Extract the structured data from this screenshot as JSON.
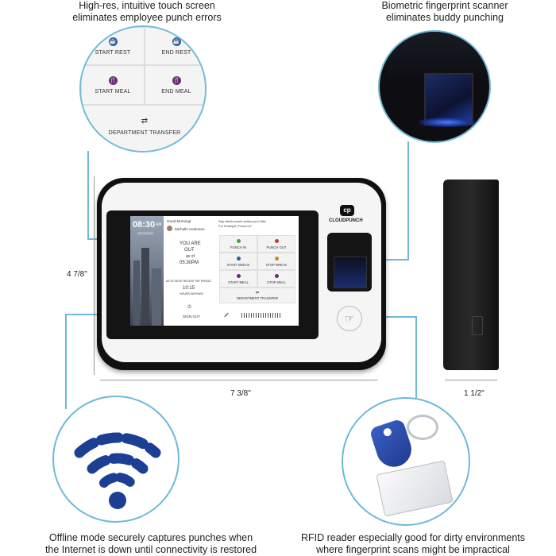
{
  "captions": {
    "touchscreen_line1": "High-res, intuitive touch screen",
    "touchscreen_line2": "eliminates employee punch errors",
    "fingerprint_line1": "Biometric fingerprint scanner",
    "fingerprint_line2": "eliminates buddy punching",
    "offline_line1": "Offline mode securely captures punches when",
    "offline_line2": "the Internet is down until connectivity is restored",
    "rfid_line1": "RFID reader especially good for dirty environments",
    "rfid_line2": "where fingerprint scans might be impractical"
  },
  "zoom_touchscreen": {
    "start_rest": "START REST",
    "end_rest": "END REST",
    "start_meal": "START MEAL",
    "end_meal": "END MEAL",
    "department_transfer": "DEPARTMENT TRANSFER"
  },
  "device": {
    "brand": "CLOUDPUNCH",
    "time": "08:30",
    "ampm": "AM",
    "date": "10/21/2021",
    "greeting": "Good Morning!",
    "employee": "Michelle Anderson",
    "status_line1": "YOU ARE",
    "status_line2": "OUT",
    "status_line3": "as of",
    "status_time": "05:30PM",
    "period_label": "AS OF MOST RECENT PAY PERIOD",
    "hours": "10:15",
    "hours_label": "HOURS WORKED",
    "sign_out": "SIGN OUT",
    "prompt": "Say which punch action you'd like",
    "prompt_example": "For Example \"Punch in\"",
    "tiles": [
      "PUNCH IN",
      "PUNCH OUT",
      "START BREAK",
      "STOP BREAK",
      "START MEAL",
      "STOP MEAL"
    ],
    "transfer": "DEPARTMENT TRANSFER"
  },
  "dimensions": {
    "height": "4 7/8\"",
    "width": "7 3/8\"",
    "depth": "1 1/2\""
  },
  "colors": {
    "accent_line": "#6fb9d9",
    "wifi_blue": "#1c3f94",
    "tag_blue": "#2a4fae",
    "meal_purple": "#6b2a7a"
  }
}
